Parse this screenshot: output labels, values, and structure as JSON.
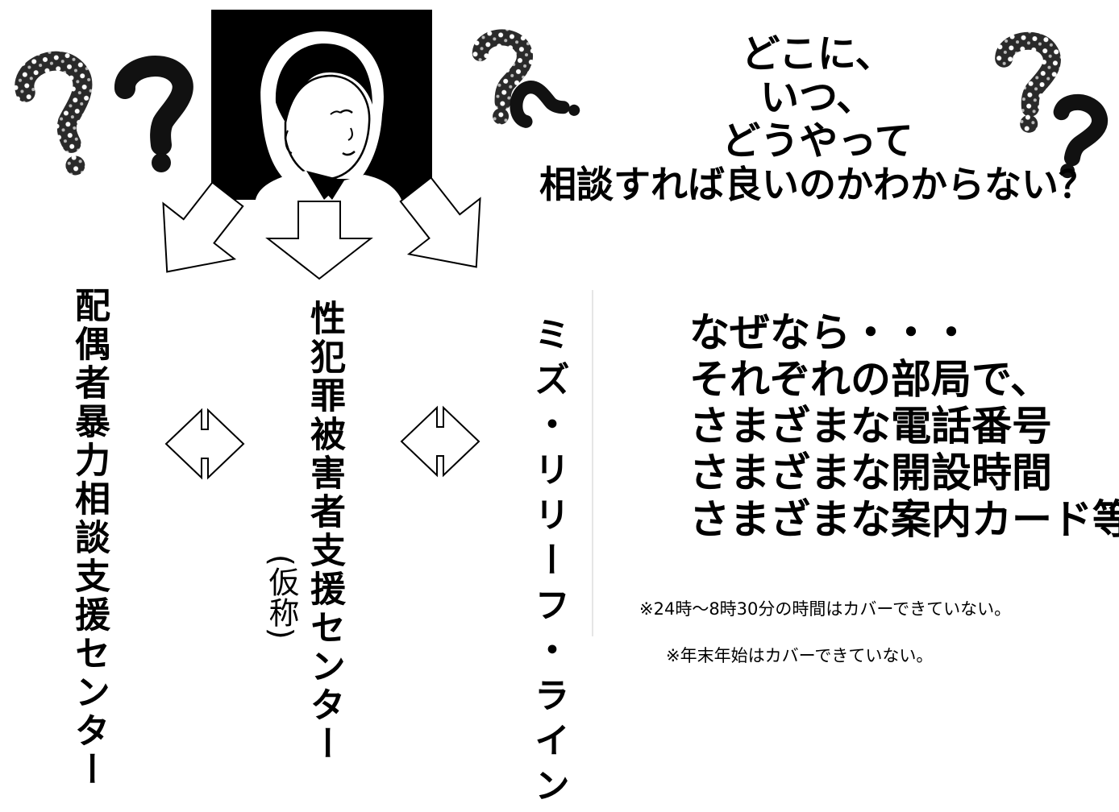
{
  "headline": {
    "line1": "どこに、",
    "line2": "いつ、",
    "line3": "どうやって",
    "line4": "相談すれば良いのかわからない？"
  },
  "centers": {
    "left": "配偶者暴力相談支援センター",
    "middle": "性犯罪被害者支援センター",
    "middle_note": "(仮称)",
    "right": "ミズ・リリーフ・ライン"
  },
  "reasons": {
    "line1": "なぜなら・・・",
    "line2": "それぞれの部局で、",
    "line3": "さまざまな電話番号",
    "line4": "さまざまな開設時間",
    "line5": "さまざまな案内カード等"
  },
  "notes": {
    "note1": "※24時～8時30分の時間はカバーできていない。",
    "note2": "※年末年始はカバーできていない。"
  },
  "icons": [
    "question-mark-icon",
    "woman-portrait",
    "down-arrow-icon",
    "double-arrow-icon"
  ]
}
